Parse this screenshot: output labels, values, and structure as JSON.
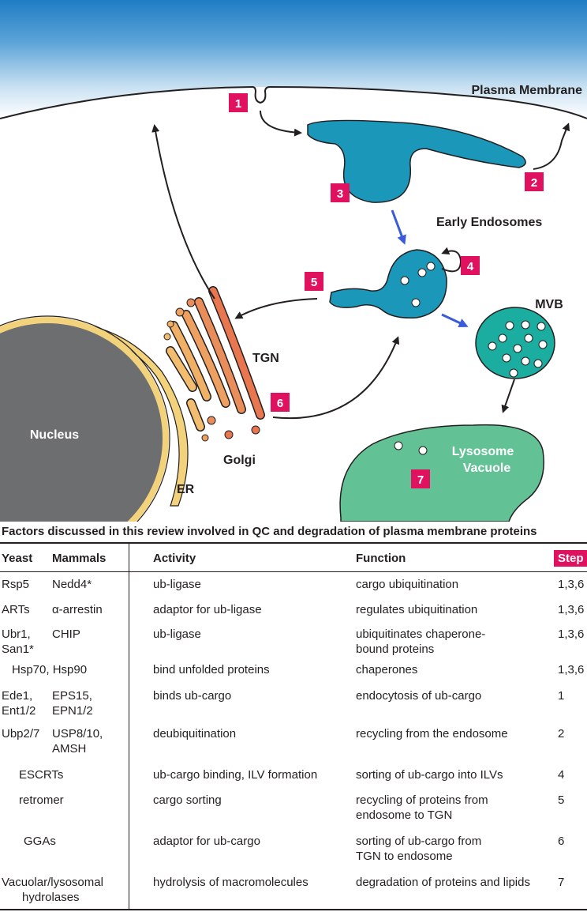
{
  "diagram": {
    "labels": {
      "plasma_membrane": "Plasma Membrane",
      "early_endosomes": "Early Endosomes",
      "mvb": "MVB",
      "tgn": "TGN",
      "nucleus": "Nucleus",
      "golgi": "Golgi",
      "er": "ER",
      "lysosome_line1": "Lysosome",
      "lysosome_line2": "Vacuole"
    },
    "steps": [
      "1",
      "2",
      "3",
      "4",
      "5",
      "6",
      "7"
    ],
    "colors": {
      "sky_top": "#1f7dc4",
      "endosome": "#1b97b9",
      "mvb": "#1aada0",
      "lysosome": "#63c295",
      "nucleus": "#6d6e70",
      "er": "#f3d27c",
      "golgi": "#e8764f",
      "step_badge": "#e0115f",
      "blue_arrow": "#3b5bdb"
    }
  },
  "table": {
    "title": "Factors discussed in this review involved in QC and degradation of plasma membrane proteins",
    "headers": {
      "yeast": "Yeast",
      "mammals": "Mammals",
      "activity": "Activity",
      "function": "Function",
      "step": "Step"
    },
    "rows": [
      {
        "yeast": [
          "Rsp5"
        ],
        "mammals": [
          "Nedd4*"
        ],
        "activity": [
          "ub-ligase"
        ],
        "function": [
          "cargo ubiquitination"
        ],
        "step": "1,3,6"
      },
      {
        "yeast": [
          "ARTs"
        ],
        "mammals": [
          "α-arrestin"
        ],
        "activity": [
          "adaptor for ub-ligase"
        ],
        "function": [
          "regulates ubiquitination"
        ],
        "step": "1,3,6"
      },
      {
        "yeast": [
          "Ubr1,",
          "San1*"
        ],
        "mammals": [
          "CHIP"
        ],
        "activity": [
          "ub-ligase"
        ],
        "function": [
          "ubiquitinates chaperone-",
          "bound proteins"
        ],
        "step": "1,3,6"
      },
      {
        "span": "Hsp70, Hsp90",
        "activity": [
          "bind unfolded proteins"
        ],
        "function": [
          "chaperones"
        ],
        "step": "1,3,6"
      },
      {
        "yeast": [
          "Ede1,",
          "Ent1/2"
        ],
        "mammals": [
          "EPS15,",
          "EPN1/2"
        ],
        "activity": [
          "binds ub-cargo"
        ],
        "function": [
          "endocytosis of ub-cargo"
        ],
        "step": "1"
      },
      {
        "yeast": [
          "Ubp2/7"
        ],
        "mammals": [
          "USP8/10,",
          "AMSH"
        ],
        "activity": [
          "deubiquitination"
        ],
        "function": [
          "recycling from the endosome"
        ],
        "step": "2"
      },
      {
        "span": "ESCRTs",
        "activity": [
          "ub-cargo binding, ILV formation"
        ],
        "function": [
          "sorting of ub-cargo into ILVs"
        ],
        "step": "4"
      },
      {
        "span": "retromer",
        "activity": [
          "cargo sorting"
        ],
        "function": [
          "recycling of proteins from",
          "endosome to TGN"
        ],
        "step": "5"
      },
      {
        "span": "GGAs",
        "activity": [
          "adaptor for ub-cargo"
        ],
        "function": [
          "sorting of ub-cargo from",
          "TGN to endosome"
        ],
        "step": "6"
      },
      {
        "span_lines": [
          "Vacuolar/lysosomal",
          "hydrolases"
        ],
        "activity": [
          "hydrolysis of macromolecules"
        ],
        "function": [
          "degradation of proteins and lipids"
        ],
        "step": "7"
      }
    ]
  }
}
